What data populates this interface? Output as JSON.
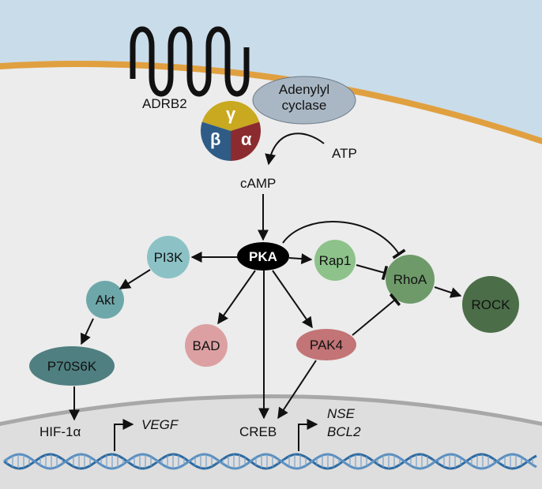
{
  "receptor": {
    "label": "ADRB2"
  },
  "g_protein": {
    "alpha": "α",
    "beta": "β",
    "gamma": "γ"
  },
  "enzyme": {
    "line1": "Adenylyl",
    "line2": "cyclase"
  },
  "metabolites": {
    "atp": "ATP",
    "camp": "cAMP"
  },
  "nodes": {
    "pka": "PKA",
    "pi3k": "PI3K",
    "akt": "Akt",
    "p70s6k": "P70S6K",
    "rap1": "Rap1",
    "rhoa": "RhoA",
    "rock": "ROCK",
    "bad": "BAD",
    "pak4": "PAK4"
  },
  "transcription_factors": {
    "hif1a": "HIF-1α",
    "creb": "CREB"
  },
  "genes": {
    "vegf": "VEGF",
    "nse": "NSE",
    "bcl2": "BCL2"
  },
  "colors": {
    "extracellular": "#c9dcea",
    "membrane": "#e0a040",
    "cytoplasm": "#ececec",
    "nucleus": "#dddddd",
    "pka": "#000000",
    "pi3k": "#8cc2c6",
    "akt": "#6ea7a9",
    "p70s6k": "#4f7f80",
    "rap1": "#8dc28a",
    "rhoa": "#6e9a6a",
    "rock": "#4b6e48",
    "bad": "#dca0a3",
    "pak4": "#c27476",
    "adenylyl_cyclase": "#a9b7c4",
    "g_alpha": "#8c2b2f",
    "g_beta": "#2e5c86",
    "g_gamma": "#c8a920",
    "dna": "#2d6aa0"
  }
}
